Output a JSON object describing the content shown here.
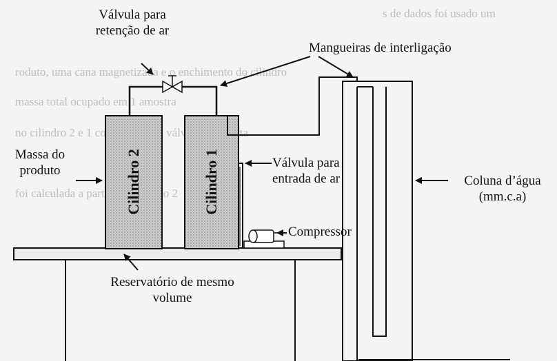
{
  "background_text": [
    "s de dados foi usado um",
    "roduto, uma cana magnetizada e o enchimento do cilindro",
    "massa total ocupado em 1 amostra",
    "no cilindro 2 e 1 comprimido, a válvula foi aberta",
    "foi calculada a partir da Equação 2"
  ],
  "labels": {
    "valvula_retencao": [
      "Válvula para",
      "retenção de ar"
    ],
    "mangueiras": "Mangueiras de interligação",
    "massa_produto": [
      "Massa do",
      "produto"
    ],
    "cilindro2": "Cilindro 2",
    "cilindro1": "Cilindro 1",
    "valvula_entrada": [
      "Válvula para",
      "entrada de ar"
    ],
    "coluna_agua": [
      "Coluna d’água",
      "(mm.c.a)"
    ],
    "compressor": "Compressor",
    "reservatorio": [
      "Reservatório de mesmo",
      "volume"
    ]
  },
  "colors": {
    "ink": "#111111",
    "cylinder_fill": "#c8c8c8",
    "background": "#f4f4f2"
  }
}
